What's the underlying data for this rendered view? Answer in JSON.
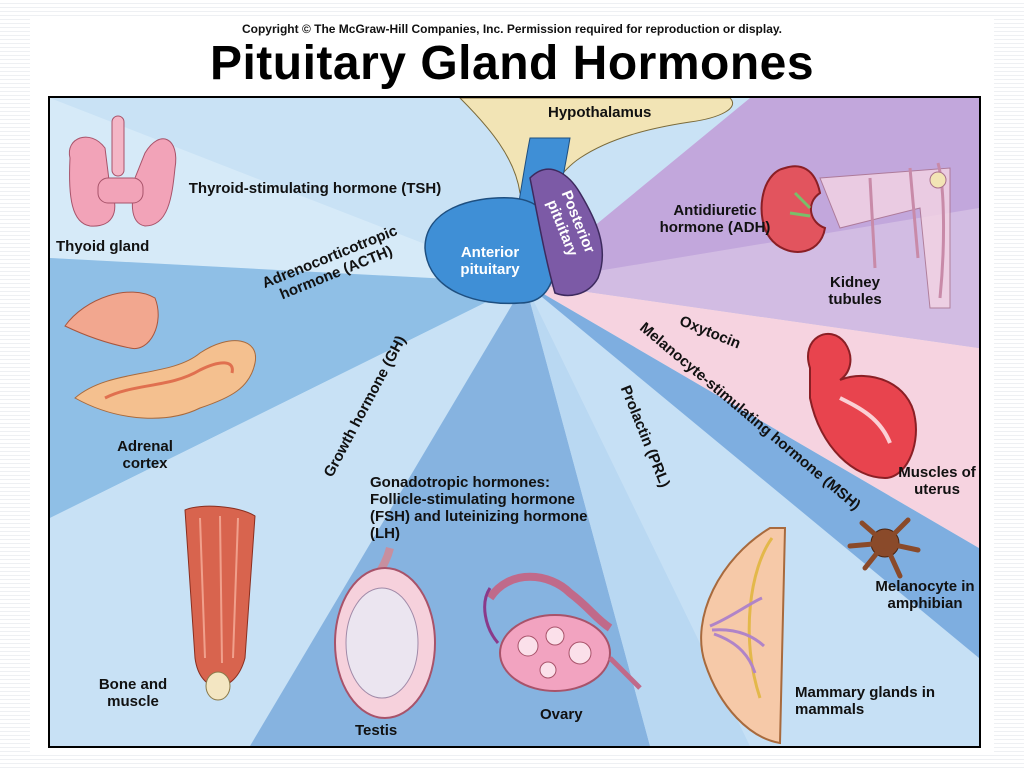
{
  "header": {
    "copyright": "Copyright © The McGraw-Hill Companies, Inc. Permission required for reproduction or display.",
    "title": "Pituitary Gland Hormones"
  },
  "center": {
    "hypothalamus": "Hypothalamus",
    "anterior": "Anterior pituitary",
    "posterior": "Posterior pituitary"
  },
  "hormones": {
    "tsh": "Thyroid-stimulating hormone (TSH)",
    "acth": "Adrenocorticotropic hormone (ACTH)",
    "gh": "Growth hormone (GH)",
    "gonadotropic": "Gonadotropic hormones: Follicle-stimulating hormone (FSH) and luteinizing hormone (LH)",
    "prl": "Prolactin (PRL)",
    "msh": "Melanocyte-stimulating hormone (MSH)",
    "oxytocin": "Oxytocin",
    "adh": "Antidiuretic hormone (ADH)"
  },
  "targets": {
    "thyroid": "Thyoid gland",
    "adrenal": "Adrenal cortex",
    "bone": "Bone and muscle",
    "testis": "Testis",
    "ovary": "Ovary",
    "mammary": "Mammary glands in mammals",
    "melanocyte": "Melanocyte in amphibian",
    "uterus": "Muscles of uterus",
    "kidney": "Kidney tubules"
  },
  "colors": {
    "light_blue": "#c9e2f5",
    "mid_blue": "#9ec8ea",
    "dark_blue": "#6fa6d8",
    "purple": "#9b7cc0",
    "light_purple": "#d9c4e6",
    "pink": "#f6d3e0",
    "anterior": "#3f8fd6",
    "posterior": "#7c5aa6",
    "hypothalamus": "#f2e4b5"
  }
}
